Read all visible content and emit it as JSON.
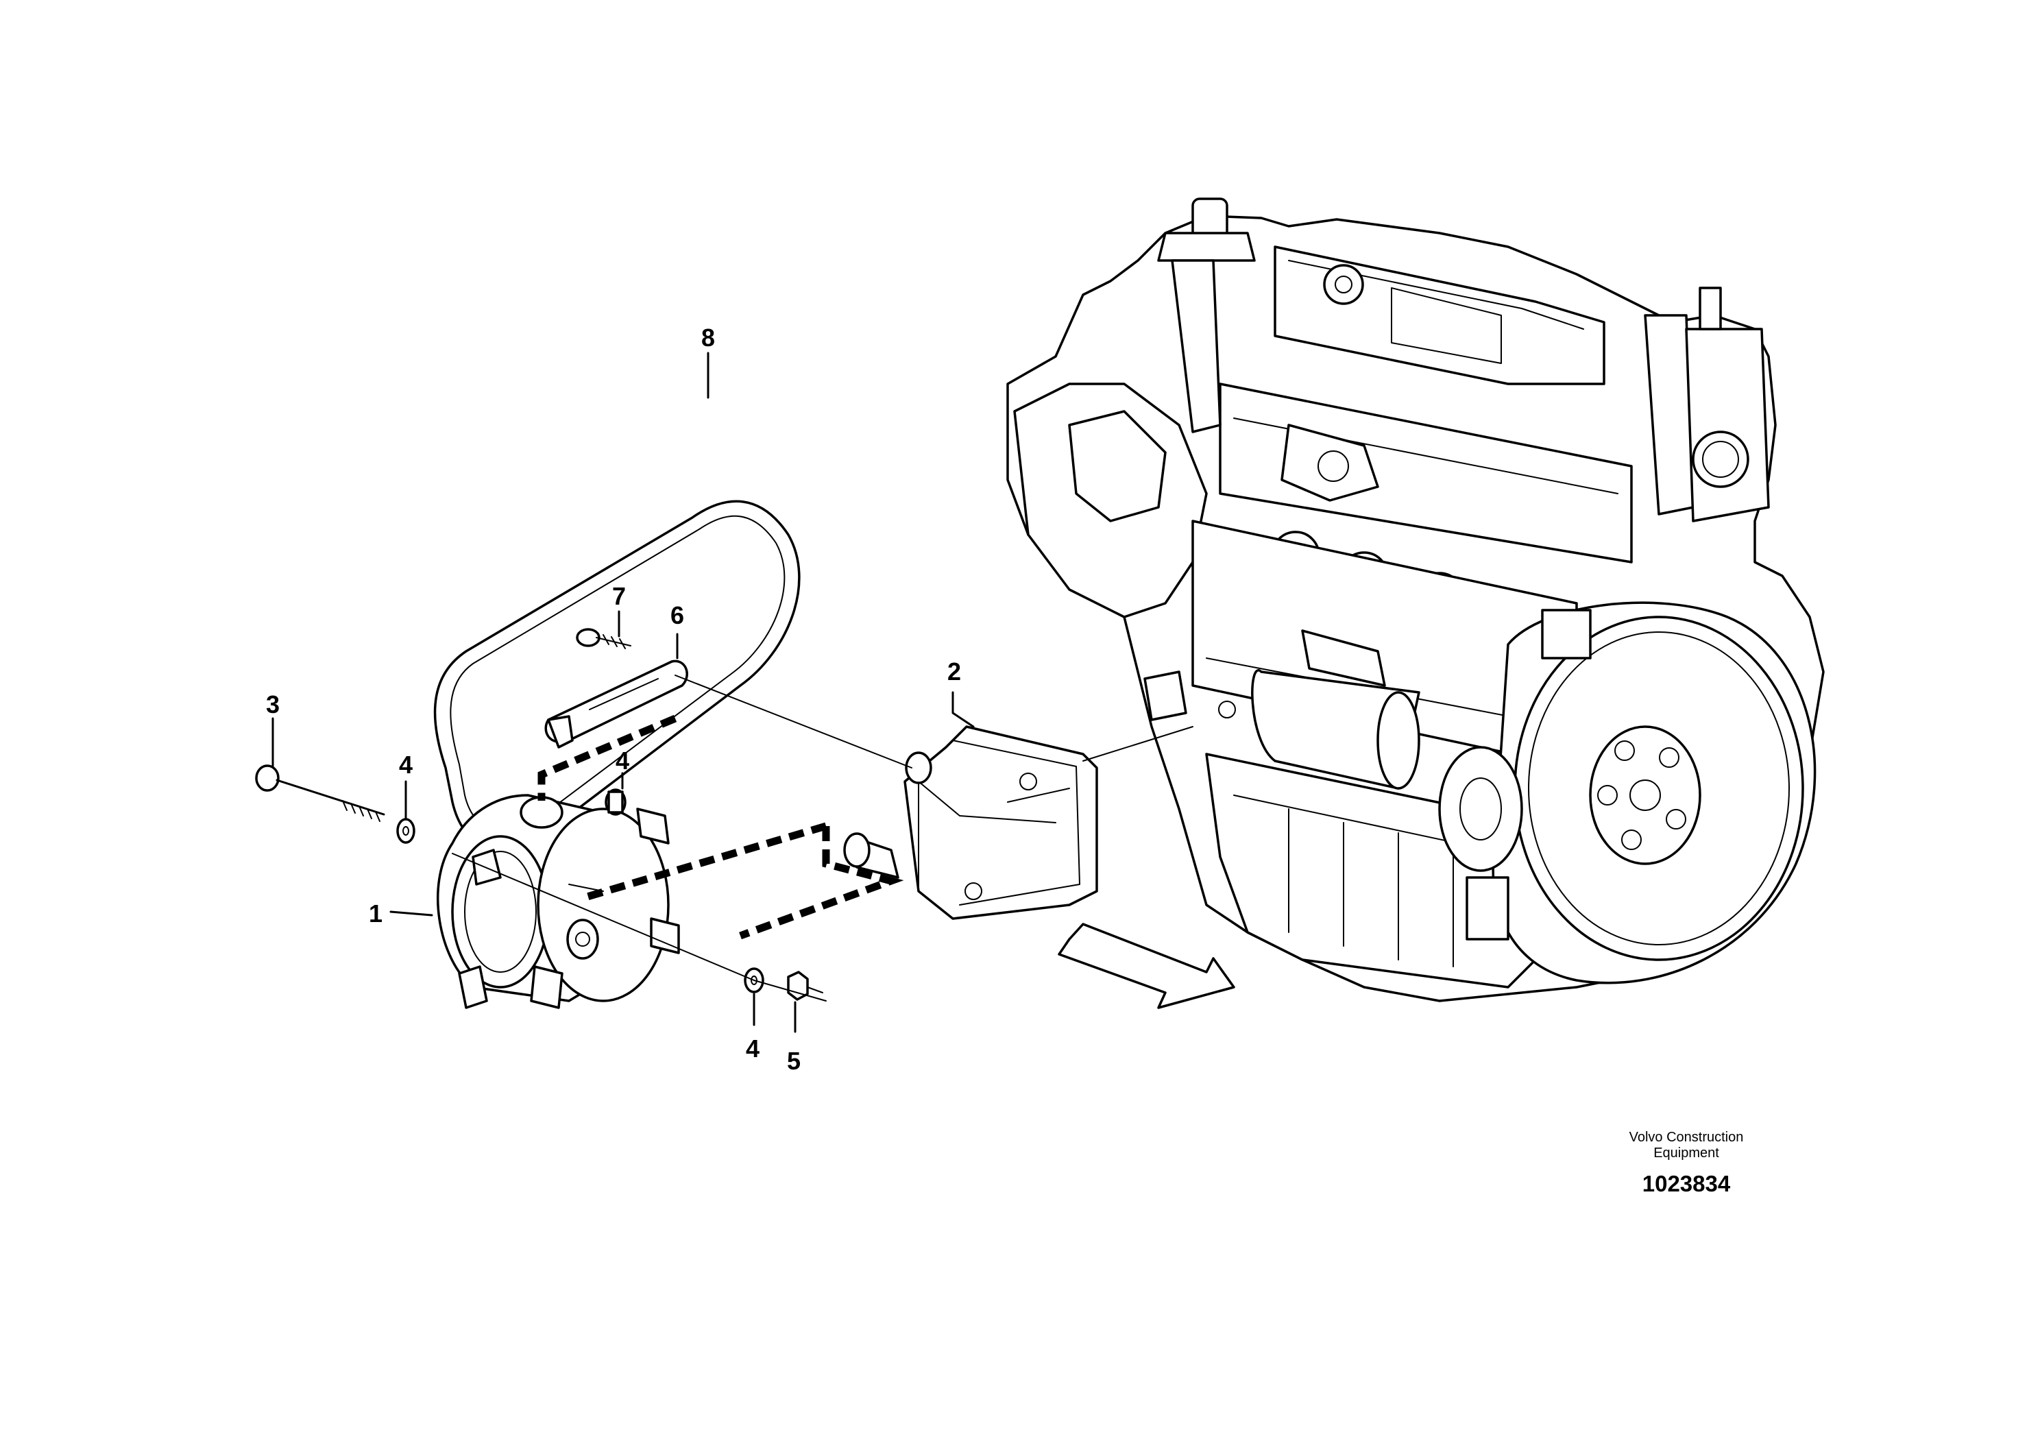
{
  "callouts": [
    {
      "id": "c1",
      "label": "1"
    },
    {
      "id": "c2",
      "label": "2"
    },
    {
      "id": "c3",
      "label": "3"
    },
    {
      "id": "c4a",
      "label": "4"
    },
    {
      "id": "c4b",
      "label": "4"
    },
    {
      "id": "c4c",
      "label": "4"
    },
    {
      "id": "c5",
      "label": "5"
    },
    {
      "id": "c6",
      "label": "6"
    },
    {
      "id": "c7",
      "label": "7"
    },
    {
      "id": "c8",
      "label": "8"
    }
  ],
  "footer": {
    "company_line1": "Volvo Construction",
    "company_line2": "Equipment",
    "document_number": "1023834"
  }
}
